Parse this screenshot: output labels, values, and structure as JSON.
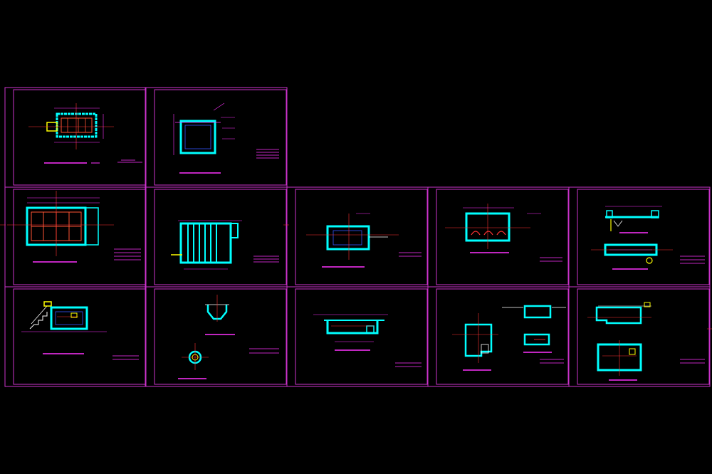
{
  "drawing": {
    "background": "#000000",
    "colors": {
      "frame": "#cc33cc",
      "wall": "#00ffff",
      "dim": "#ff33ff",
      "axis": "#ff3333",
      "detail": "#3355ff",
      "hatch": "#ff5533",
      "white": "#ffffff",
      "yellow": "#ffff00",
      "green": "#33ff66"
    },
    "sheet_count": 13,
    "sheets": [
      {
        "id": "sheet-1",
        "kind": "plan-hatched-small"
      },
      {
        "id": "sheet-2",
        "kind": "section-rect"
      },
      {
        "id": "sheet-3",
        "kind": "plan-grid-large"
      },
      {
        "id": "sheet-4",
        "kind": "plan-channels"
      },
      {
        "id": "sheet-5",
        "kind": "section-small"
      },
      {
        "id": "sheet-6",
        "kind": "section-red-arches"
      },
      {
        "id": "sheet-7",
        "kind": "section-two-part"
      },
      {
        "id": "sheet-8",
        "kind": "section-stairs"
      },
      {
        "id": "sheet-9",
        "kind": "detail-pit-round"
      },
      {
        "id": "sheet-10",
        "kind": "section-long"
      },
      {
        "id": "sheet-11",
        "kind": "plan-l-shape"
      },
      {
        "id": "sheet-12",
        "kind": "section-two-part-b"
      },
      {
        "id": "sheet-13",
        "kind": "empty-top-right"
      }
    ]
  }
}
